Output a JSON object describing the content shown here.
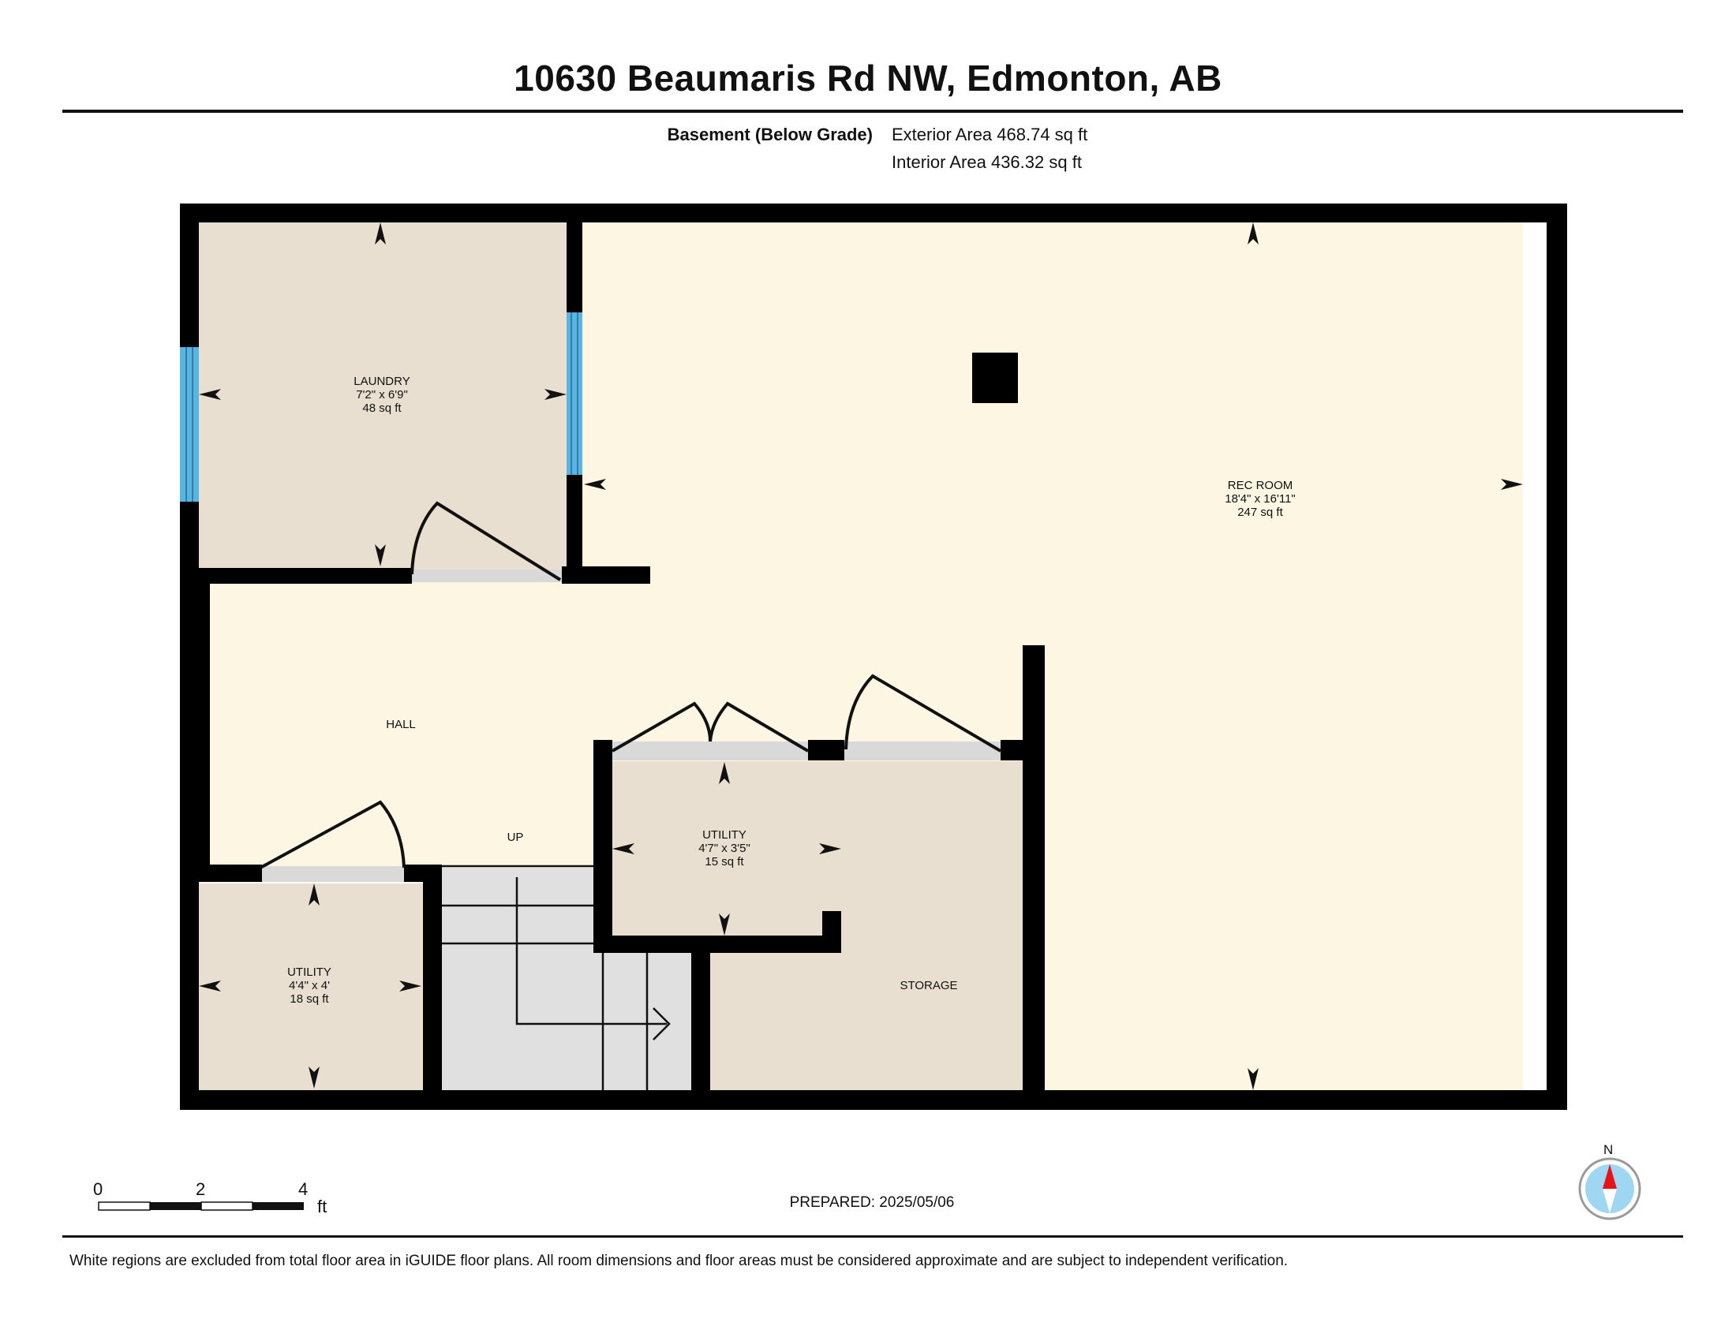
{
  "header": {
    "address": "10630 Beaumaris Rd NW, Edmonton, AB",
    "floor_label": "Basement (Below Grade)",
    "exterior_area": "Exterior Area 468.74 sq ft",
    "interior_area": "Interior Area 436.32 sq ft"
  },
  "rooms": {
    "laundry": {
      "name": "LAUNDRY",
      "dims": "7'2\" x 6'9\"",
      "area": "48 sq ft"
    },
    "rec_room": {
      "name": "REC ROOM",
      "dims": "18'4\" x 16'11\"",
      "area": "247 sq ft"
    },
    "hall": {
      "name": "HALL"
    },
    "stairs": {
      "label": "UP"
    },
    "utility_center": {
      "name": "UTILITY",
      "dims": "4'7\" x 3'5\"",
      "area": "15 sq ft"
    },
    "utility_left": {
      "name": "UTILITY",
      "dims": "4'4\" x 4'",
      "area": "18 sq ft"
    },
    "storage": {
      "name": "STORAGE"
    }
  },
  "scale_bar": {
    "ticks": [
      "0",
      "2",
      "4"
    ],
    "unit": "ft"
  },
  "compass": {
    "label": "N"
  },
  "footer": {
    "prepared": "PREPARED: 2025/05/06",
    "disclaimer": "White regions are excluded from total floor area in iGUIDE floor plans. All room dimensions and floor areas must be considered approximate and are subject to independent verification."
  },
  "colors": {
    "wall": "#000000",
    "cream_floor": "#fdf6e3",
    "beige_floor": "#e8dfd0",
    "stair_grey": "#e0e0e0",
    "window_blue": "#5ab4e0",
    "door_sill": "#d9d9d9",
    "compass_red": "#e3131b",
    "compass_blue": "#9fd6f2"
  }
}
